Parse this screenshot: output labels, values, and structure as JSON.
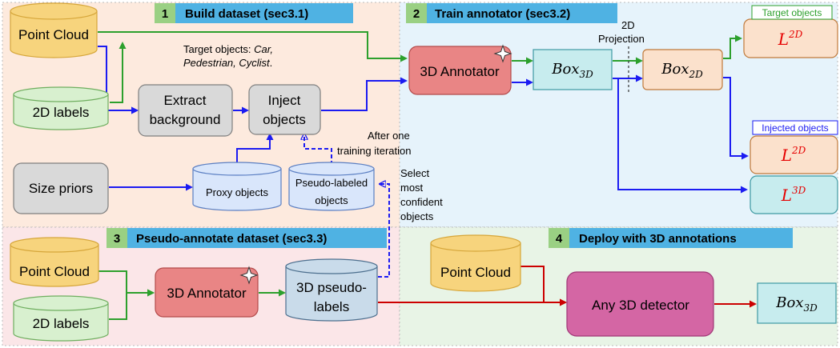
{
  "colors": {
    "panel1_bg": "#fdeade",
    "panel2_bg": "#e6f3fb",
    "panel3_bg": "#fbe6e8",
    "panel4_bg": "#e8f4e6",
    "header_blue": "#4fb2e3",
    "header_num_green": "#9ad083",
    "point_cloud_fill": "#f7d47d",
    "labels_fill": "#d8f0cf",
    "proxy_fill": "#d9e6fb",
    "pseudo_fill": "#c9dbea",
    "annotator_fill": "#e98585",
    "box3d_fill": "#c7ecee",
    "box2d_fill": "#fbe1cc",
    "loss2d_fill": "#fbe1cc",
    "loss3d_fill": "#c7ecee",
    "process_fill": "#d9d9d9",
    "detector_fill": "#d466a4",
    "arrow_blue": "#1b1bf2",
    "arrow_green": "#2da02d",
    "arrow_red": "#cc0000",
    "loss_text_red": "#e60000"
  },
  "sections": [
    {
      "num": "1",
      "title": "Build dataset (sec3.1)"
    },
    {
      "num": "2",
      "title": "Train annotator (sec3.2)"
    },
    {
      "num": "3",
      "title": "Pseudo-annotate dataset (sec3.3)"
    },
    {
      "num": "4",
      "title": "Deploy with 3D annotations"
    }
  ],
  "nodes": {
    "point_cloud": "Point Cloud",
    "labels_2d": "2D labels",
    "extract_line1": "Extract",
    "extract_line2": "background",
    "inject_line1": "Inject",
    "inject_line2": "objects",
    "size_priors": "Size priors",
    "proxy_objects": "Proxy objects",
    "pseudo_labeled_line1": "Pseudo-labeled",
    "pseudo_labeled_line2": "objects",
    "annotator": "3D Annotator",
    "box3d_base": "Box",
    "box3d_sub": "3D",
    "box2d_base": "Box",
    "box2d_sub": "2D",
    "loss_base": "L",
    "loss_sup_2d": "2D",
    "loss_sup_3d": "3D",
    "pseudo_labels_line1": "3D pseudo-",
    "pseudo_labels_line2": "labels",
    "detector": "Any 3D detector"
  },
  "annotations": {
    "target_prefix": "Target objects: ",
    "target_list_1": "Car,",
    "target_list_2": "Pedestrian, Cyclist",
    "target_list_end": ".",
    "projection_1": "2D",
    "projection_2": "Projection",
    "after_1": "After one",
    "after_2": "training iteration",
    "select_1": "Select",
    "select_2": "most",
    "select_3": "confident",
    "select_4": "objects",
    "target_objects_tag": "Target objects",
    "injected_objects_tag": "Injected objects"
  }
}
